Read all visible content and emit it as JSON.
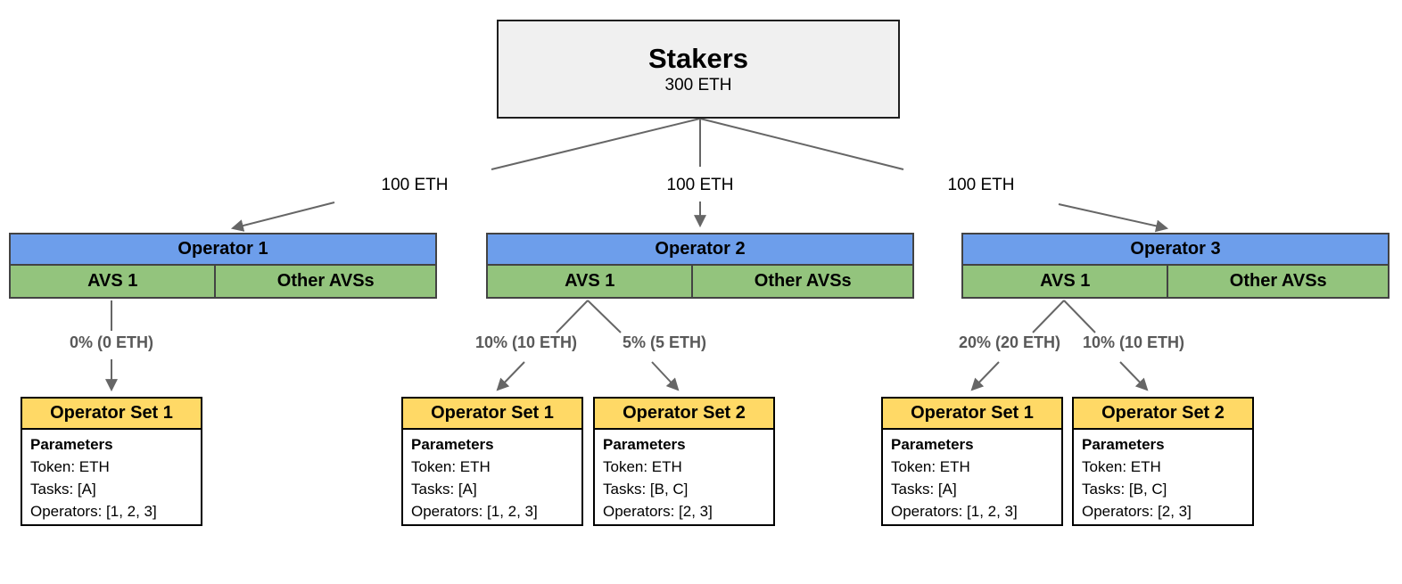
{
  "colors": {
    "stakers_fill": "#f0f0f0",
    "operator_header_fill": "#6d9eeb",
    "avs_cell_fill": "#93c47d",
    "set_header_fill": "#ffd966",
    "connector_gray": "#666666",
    "allocation_label_gray": "#595959"
  },
  "stakers": {
    "title": "Stakers",
    "amount": "300 ETH"
  },
  "delegations": [
    {
      "amount": "100 ETH"
    },
    {
      "amount": "100 ETH"
    },
    {
      "amount": "100 ETH"
    }
  ],
  "operators": [
    {
      "name": "Operator 1",
      "avs_label": "AVS 1",
      "other_avs_label": "Other AVSs",
      "allocations": [
        {
          "label": "0% (0 ETH)",
          "set": {
            "title": "Operator Set 1",
            "params_heading": "Parameters",
            "token": "Token: ETH",
            "tasks": "Tasks: [A]",
            "operators": "Operators: [1, 2, 3]"
          }
        }
      ]
    },
    {
      "name": "Operator 2",
      "avs_label": "AVS 1",
      "other_avs_label": "Other AVSs",
      "allocations": [
        {
          "label": "10% (10 ETH)",
          "set": {
            "title": "Operator Set 1",
            "params_heading": "Parameters",
            "token": "Token: ETH",
            "tasks": "Tasks: [A]",
            "operators": "Operators: [1, 2, 3]"
          }
        },
        {
          "label": "5% (5 ETH)",
          "set": {
            "title": "Operator Set 2",
            "params_heading": "Parameters",
            "token": "Token: ETH",
            "tasks": "Tasks: [B, C]",
            "operators": "Operators: [2, 3]"
          }
        }
      ]
    },
    {
      "name": "Operator 3",
      "avs_label": "AVS 1",
      "other_avs_label": "Other AVSs",
      "allocations": [
        {
          "label": "20% (20 ETH)",
          "set": {
            "title": "Operator Set 1",
            "params_heading": "Parameters",
            "token": "Token: ETH",
            "tasks": "Tasks: [A]",
            "operators": "Operators: [1, 2, 3]"
          }
        },
        {
          "label": "10% (10 ETH)",
          "set": {
            "title": "Operator Set 2",
            "params_heading": "Parameters",
            "token": "Token: ETH",
            "tasks": "Tasks: [B, C]",
            "operators": "Operators: [2, 3]"
          }
        }
      ]
    }
  ]
}
